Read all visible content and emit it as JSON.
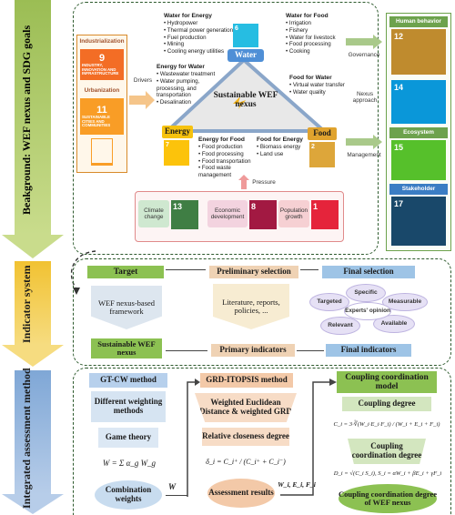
{
  "side_stages": [
    {
      "label": "Beakground: WEF nexus and SDG goals"
    },
    {
      "label": "Indicator system"
    },
    {
      "label": "Integrated assessment method"
    }
  ],
  "background": {
    "industry_tile": {
      "title": "Industrialization",
      "sdg_num": "9",
      "sdg_text": "INDUSTRY, INNOVATION AND INFRASTRUCTURE"
    },
    "urban_tile": {
      "title": "Urbanization",
      "sdg_num": "11",
      "sdg_text": "SUSTAINABLE CITIES AND COMMUNITIES"
    },
    "drivers_label": "Drivers",
    "pressure_label": "Pressure",
    "water_node": {
      "label": "Water",
      "sdg_num": "6"
    },
    "energy_node": {
      "label": "Energy",
      "sdg_num": "7"
    },
    "food_node": {
      "label": "Food",
      "sdg_num": "2"
    },
    "center_title": "Sustainable WEF nexus",
    "water_for_energy": {
      "title": "Water for Energy",
      "items": [
        "Hydropower",
        "Thermal power generation",
        "Fuel production",
        "Mining",
        "Cooling energy utilities"
      ]
    },
    "water_for_food": {
      "title": "Water for Food",
      "items": [
        "Irrigation",
        "Fishery",
        "Water for livestock",
        "Food processing",
        "Cooking"
      ]
    },
    "energy_for_water": {
      "title": "Energy for Water",
      "items": [
        "Wastewater treatment",
        "Water pumping, processing, and transportation",
        "Desalination"
      ]
    },
    "food_for_water": {
      "title": "Food for Water",
      "items": [
        "Virtual water transfer",
        "Water quality"
      ]
    },
    "energy_for_food": {
      "title": "Energy for Food",
      "items": [
        "Food production",
        "Food processing",
        "Food transportation",
        "Food waste management"
      ]
    },
    "food_for_energy": {
      "title": "Food for Energy",
      "items": [
        "Biomass energy",
        "Land use"
      ]
    },
    "pressures": [
      {
        "label": "Climate change",
        "sdg_num": "13",
        "color": "#3f7e44"
      },
      {
        "label": "Economic development",
        "sdg_num": "8",
        "color": "#a21942"
      },
      {
        "label": "Population growth",
        "sdg_num": "1",
        "color": "#e5243b"
      }
    ],
    "flow_labels": [
      "Governance",
      "Nexus approach",
      "Management"
    ],
    "right_column": [
      {
        "header": "Human behavior",
        "sdg_num": "12",
        "color": "#bf8b2e"
      },
      {
        "header": "",
        "sdg_num": "14",
        "color": "#0a97d9"
      },
      {
        "header": "Ecosystem",
        "sdg_num": "15",
        "color": "#56c02b"
      },
      {
        "header": "Stakeholder",
        "sdg_num": "17",
        "color": "#19486a"
      }
    ]
  },
  "indicator": {
    "target": "Target",
    "preliminary_selection": "Preliminary selection",
    "final_selection": "Final selection",
    "framework": "WEF nexus-based framework",
    "literature": "Literature, reports, policies, ...",
    "criteria": {
      "targeted": "Targeted",
      "specific": "Specific",
      "measurable": "Measurable",
      "center": "Experts' opinion",
      "relevant": "Relevant",
      "available": "Available"
    },
    "sustainable": "Sustainable WEF nexus",
    "primary_indicators": "Primary indicators",
    "final_indicators": "Final indicators"
  },
  "method": {
    "gtcw": {
      "title": "GT-CW method",
      "step1": "Different weighting methods",
      "step2": "Game theory",
      "formula": "W = Σ α_g W_g",
      "result": "Combination weights",
      "out": "W"
    },
    "grd": {
      "title": "GRD-ITOPSIS method",
      "step1": "Weighted Euclidean Distance & weighted GRD",
      "step2": "Relative closeness degree",
      "formula": "δ_i = C_i⁺ / (C_i⁺ + C_i⁻)",
      "result": "Assessment results",
      "out": "W_i, E_i, F_i"
    },
    "ccm": {
      "title": "Coupling coordination model",
      "step1": "Coupling degree",
      "formula1": "C_i = 3·∛(W_i·E_i·F_i) / (W_i + E_i + F_i)",
      "step2": "Coupling coordination degree",
      "formula2": "D_i = √(C_i S_i), S_i = αW_i + βE_i + γF_i",
      "result": "Coupling coordination degree of WEF nexus"
    }
  }
}
